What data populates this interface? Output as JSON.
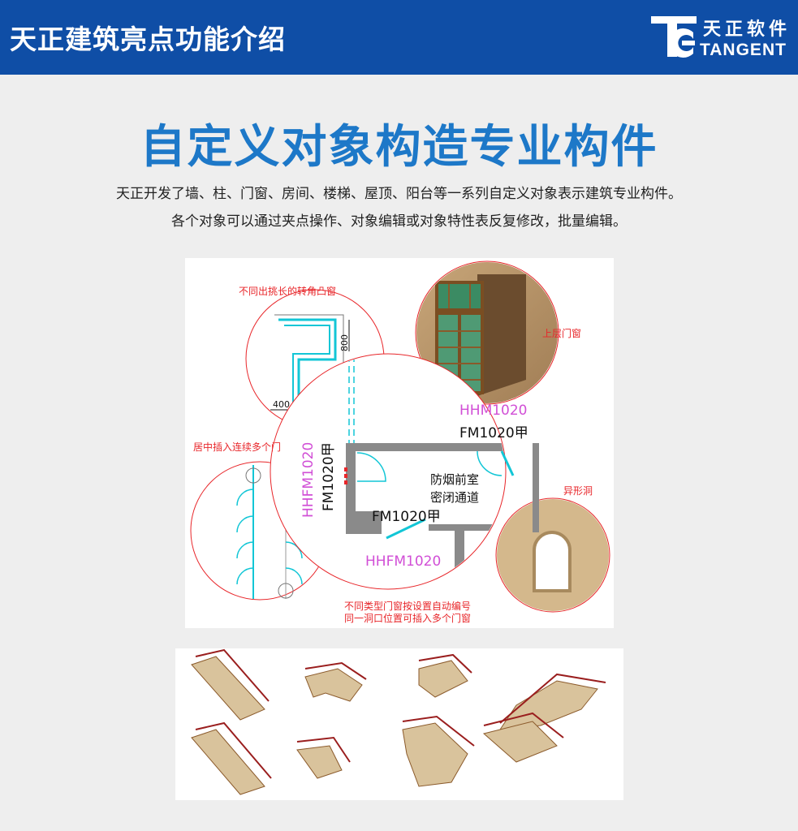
{
  "header": {
    "title": "天正建筑亮点功能介绍",
    "logo_cn": "天正软件",
    "logo_en": "TANGENT"
  },
  "main": {
    "title": "自定义对象构造专业构件",
    "description_line1": "天正开发了墙、柱、门窗、房间、楼梯、屋顶、阳台等一系列自定义对象表示建筑专业构件。",
    "description_line2": "各个对象可以通过夹点操作、对象编辑或对象特性表反复修改，批量编辑。"
  },
  "figure1": {
    "labels": {
      "bay_window": "不同出挑长的转角凸窗",
      "upper_door_window": "上层门窗",
      "center_insert_doors": "居中插入连续多个门",
      "irregular_opening": "异形洞",
      "auto_number_line1": "不同类型门窗按设置自动编号",
      "auto_number_line2": "同一洞口位置可插入多个门窗",
      "room_line1": "防烟前室",
      "room_line2": "密闭通道"
    },
    "dimensions": {
      "height": "800",
      "width": "400"
    },
    "door_codes": {
      "top_magenta": "HHM1020",
      "top_black": "FM1020甲",
      "left_magenta": "HHFM1020",
      "left_black": "FM1020甲",
      "bottom_black": "FM1020甲",
      "bottom_magenta": "HHFM1020"
    }
  },
  "colors": {
    "header_blue": "#0f4ea6",
    "title_blue": "#1d78c8",
    "cad_red": "#e8262a",
    "cad_cyan": "#12c6d6",
    "cad_magenta": "#d14fd6",
    "wall_gray": "#8a8a8a"
  }
}
